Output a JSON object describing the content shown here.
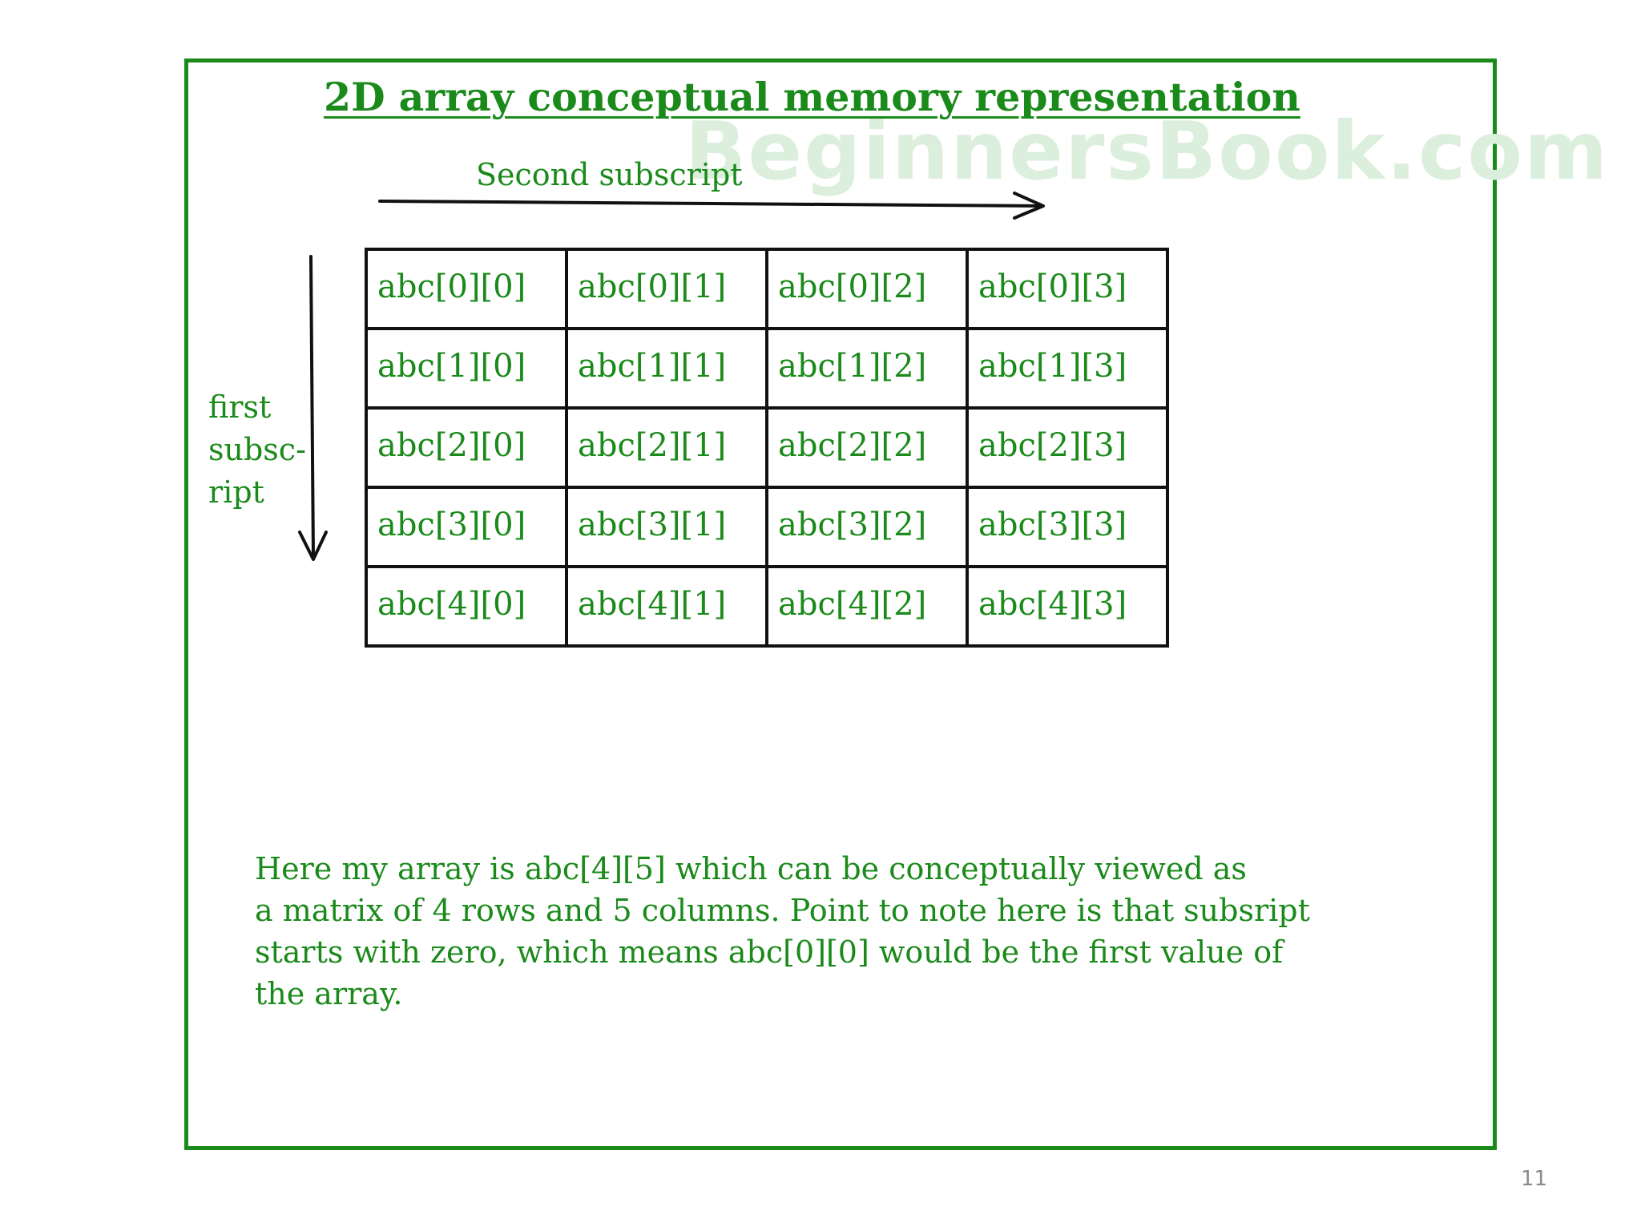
{
  "slide": {
    "title": "2D array conceptual memory representation",
    "watermark": "BeginnersBook.com",
    "second_subscript_label": "Second subscript",
    "first_subscript_label": [
      "first",
      "subsc-",
      "ript"
    ],
    "grid": [
      [
        "abc[0][0]",
        "abc[0][1]",
        "abc[0][2]",
        "abc[0][3]"
      ],
      [
        "abc[1][0]",
        "abc[1][1]",
        "abc[1][2]",
        "abc[1][3]"
      ],
      [
        "abc[2][0]",
        "abc[2][1]",
        "abc[2][2]",
        "abc[2][3]"
      ],
      [
        "abc[3][0]",
        "abc[3][1]",
        "abc[3][2]",
        "abc[3][3]"
      ],
      [
        "abc[4][0]",
        "abc[4][1]",
        "abc[4][2]",
        "abc[4][3]"
      ]
    ],
    "note_lines": [
      "Here my array is abc[4][5] which can be conceptually viewed as",
      "a matrix of 4 rows and 5 columns. Point to note here is that subsript",
      "starts with zero, which means abc[0][0] would be the first value of",
      "the array."
    ],
    "page_number": "11"
  },
  "colors": {
    "accent": "#1a8a1a",
    "watermark": "#dcefdc",
    "grid_lines": "#111111"
  }
}
